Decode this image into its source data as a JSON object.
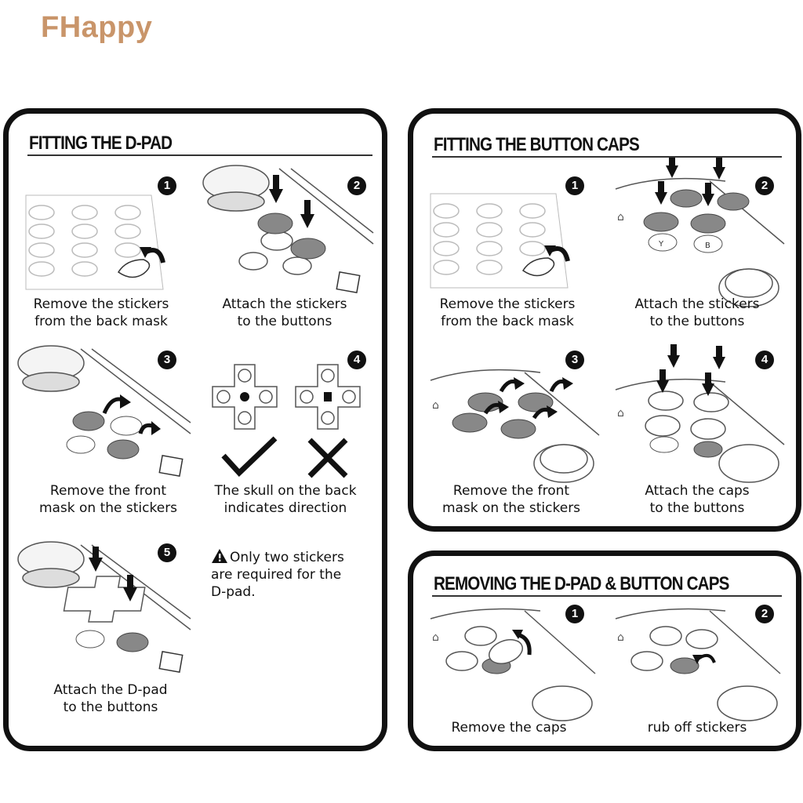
{
  "brand": "FHappy",
  "dpad_panel": {
    "title": "FITTING THE D-PAD",
    "steps": [
      {
        "num": "1",
        "line1": "Remove the stickers",
        "line2": "from the back mask"
      },
      {
        "num": "2",
        "line1": "Attach the stickers",
        "line2": "to the buttons"
      },
      {
        "num": "3",
        "line1": "Remove the front",
        "line2": "mask on the stickers"
      },
      {
        "num": "4",
        "line1": "The skull on the back",
        "line2": "indicates direction"
      },
      {
        "num": "5",
        "line1": "Attach the D-pad",
        "line2": "to the buttons"
      }
    ],
    "note": {
      "line1": "Only two stickers",
      "line2": "are required for the",
      "line3": "D-pad."
    }
  },
  "caps_panel": {
    "title": "FITTING THE BUTTON CAPS",
    "steps": [
      {
        "num": "1",
        "line1": "Remove the stickers",
        "line2": "from the back mask"
      },
      {
        "num": "2",
        "line1": "Attach the stickers",
        "line2": "to the buttons"
      },
      {
        "num": "3",
        "line1": "Remove the front",
        "line2": "mask on the stickers"
      },
      {
        "num": "4",
        "line1": "Attach the caps",
        "line2": "to the buttons"
      }
    ]
  },
  "removing_panel": {
    "title": "REMOVING THE D-PAD & BUTTON CAPS",
    "steps": [
      {
        "num": "1",
        "line1": "Remove the caps"
      },
      {
        "num": "2",
        "line1": "rub off stickers"
      }
    ]
  },
  "button_letters": {
    "y": "Y",
    "b": "B"
  },
  "icons": [
    "sticker-sheet-icon",
    "controller-buttons-icon",
    "dpad-icon",
    "check-icon",
    "cross-icon",
    "warning-icon",
    "arrow-down-icon",
    "curved-arrow-icon"
  ]
}
